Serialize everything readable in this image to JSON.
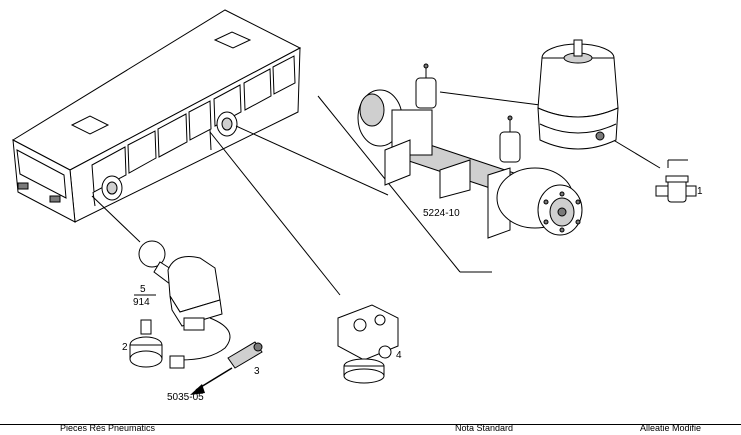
{
  "labels": {
    "ref_axle": "5224-10",
    "item_1": "1",
    "item_2": "2",
    "item_3": "3",
    "item_4": "4",
    "item_5": "5",
    "item_914": "914",
    "ref_arrow": "5035-05"
  },
  "footer": {
    "left": "Pieces Rès Pneumatics",
    "mid": "Nota Standard",
    "right": "Alleatie Modifie"
  }
}
